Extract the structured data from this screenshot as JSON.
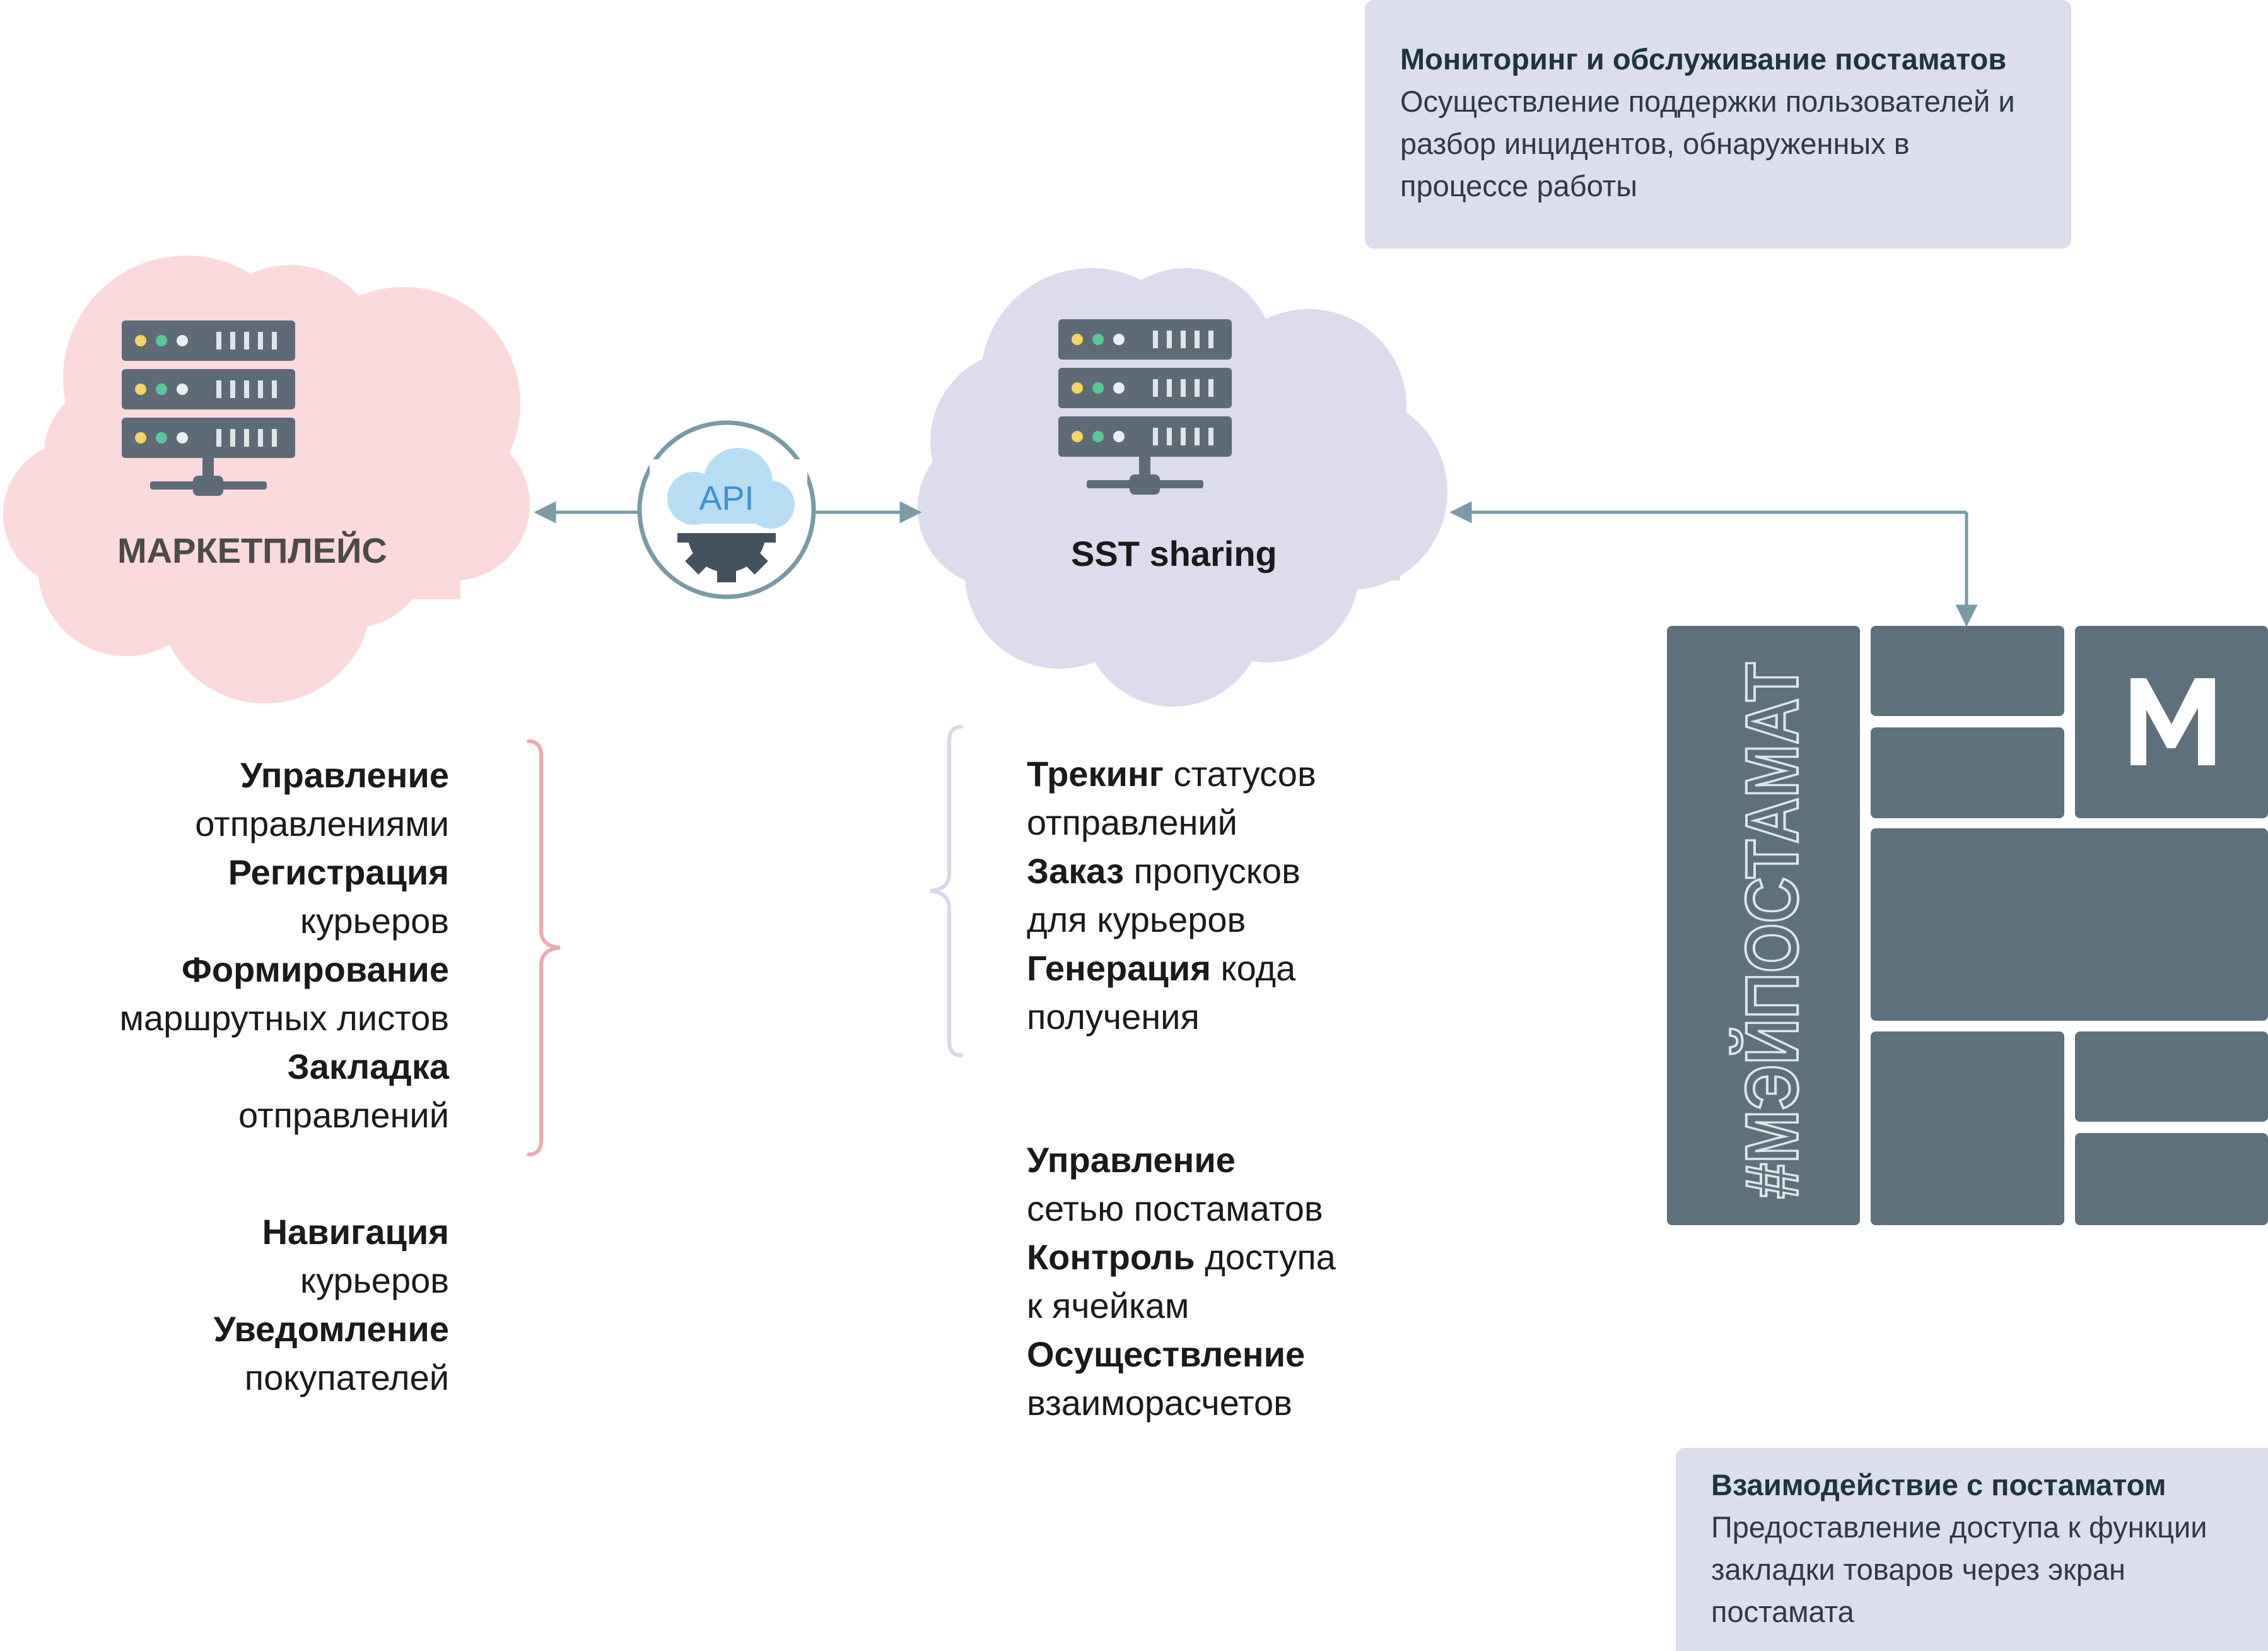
{
  "top_box": {
    "title": "Мониторинг и обслуживание постаматов",
    "text": "Осуществление поддержки пользователей и разбор инцидентов, обнаруженных в процессе работы"
  },
  "bottom_box": {
    "title": "Взаимодействие с постаматом",
    "text": "Предоставление доступа к функции закладки товаров через экран постамата"
  },
  "marketplace": {
    "label": "МАРКЕТПЛЕЙС",
    "cloud_color": "#fadadd",
    "features_group1": [
      {
        "bold": "Управление",
        "rest": "отправлениями"
      },
      {
        "bold": "Регистрация",
        "rest": "курьеров"
      },
      {
        "bold": "Формирование",
        "rest": "маршрутных листов"
      },
      {
        "bold": "Закладка",
        "rest": "отправлений"
      }
    ],
    "features_group2": [
      {
        "bold": "Навигация",
        "rest": "курьеров"
      },
      {
        "bold": "Уведомление",
        "rest": "покупателей"
      }
    ]
  },
  "api": {
    "label": "API"
  },
  "sst": {
    "label": "SST sharing",
    "cloud_color": "#dcdced",
    "features_group1": [
      {
        "bold": "Трекинг",
        "rest1": " статусов",
        "rest2": "отправлений"
      },
      {
        "bold": "Заказ",
        "rest1": " пропусков",
        "rest2": "для курьеров"
      },
      {
        "bold": "Генерация",
        "rest1": " кода",
        "rest2": "получения"
      }
    ],
    "features_group2": [
      {
        "bold": "Управление",
        "rest1": "",
        "rest2": "сетью постаматов"
      },
      {
        "bold": "Контроль",
        "rest1": " доступа",
        "rest2": "к ячейкам"
      },
      {
        "bold": "Осуществление",
        "rest1": "",
        "rest2": "взаиморасчетов"
      }
    ]
  },
  "postamat": {
    "brand_text": "#МЭЙПОСТАМАТ",
    "logo": "М",
    "color": "#5e707b"
  },
  "colors": {
    "arrow": "#7b9aa6",
    "brace_pink": "#f2a8b0",
    "brace_lavender": "#d8d8ea",
    "server": "#5e6b76"
  },
  "icons": [
    "server-icon",
    "api-cloud-gear-icon",
    "arrow-icon",
    "brace-icon",
    "postamat-logo-icon"
  ]
}
